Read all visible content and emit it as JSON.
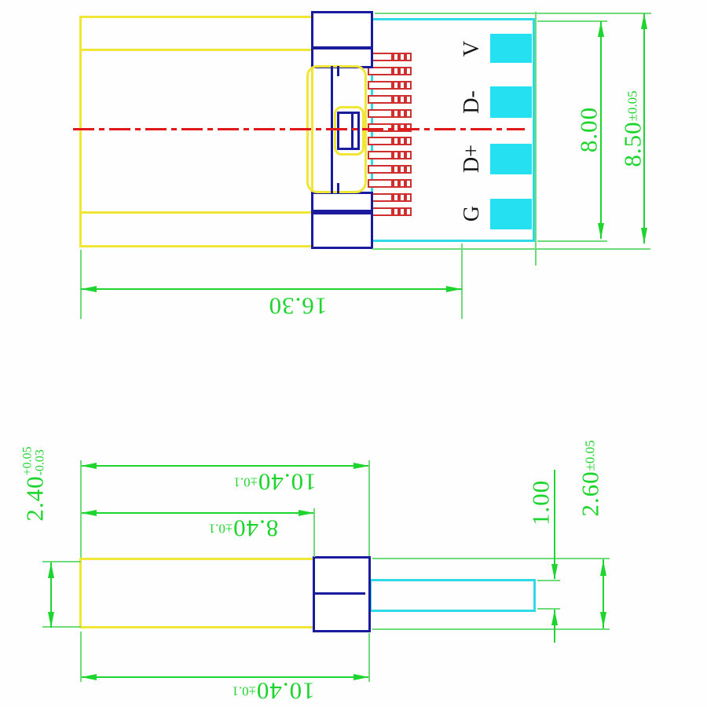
{
  "drawing_title": "usb-plug-connector-dimension-drawing",
  "colors": {
    "body_yellow": "#f0e636",
    "shell_navy": "#1b1b9e",
    "board_cyan": "#2fd9e8",
    "pin_red": "#cf2f2f",
    "centerline_red": "#e01818",
    "dimension_green": "#1ed42e"
  },
  "top_view": {
    "pads": [
      {
        "label": "V"
      },
      {
        "label": "D-"
      },
      {
        "label": "D+"
      },
      {
        "label": "G"
      }
    ],
    "pin_count": 12,
    "dims": {
      "overall_length": {
        "value": "16.30"
      },
      "board_height": {
        "value": "8.00"
      },
      "overall_height": {
        "value": "8.50",
        "tol": "±0.05"
      }
    }
  },
  "side_view": {
    "dims": {
      "length_to_shell_top": {
        "value": "10.40",
        "tol": "±0.1"
      },
      "body_length": {
        "value": "8.40",
        "tol": "±0.1"
      },
      "body_thickness": {
        "value": "2.40",
        "tol_plus": "+0.05",
        "tol_minus": "-0.03"
      },
      "tongue_thickness": {
        "value": "1.00"
      },
      "shell_thickness": {
        "value": "2.60",
        "tol": "±0.05"
      },
      "length_to_shell_bottom": {
        "value": "10.40",
        "tol": "±0.1"
      }
    }
  }
}
